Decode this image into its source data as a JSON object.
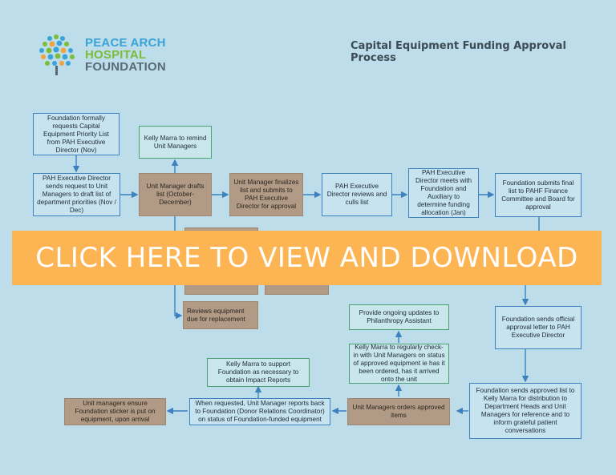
{
  "logo": {
    "line1": "PEACE ARCH",
    "line2": "HOSPITAL",
    "line3": "FOUNDATION",
    "colors": {
      "line1": "#3aa3d8",
      "line2": "#7dbb3a",
      "line3": "#5b6a76"
    }
  },
  "title": "Capital Equipment Funding Approval Process",
  "cta": {
    "label": "CLICK HERE TO VIEW AND DOWNLOAD",
    "color": "#fdb453"
  },
  "nodes": {
    "n1": "Foundation formally requests Capital Equipment Priority List from PAH Executive Director (Nov)",
    "n2": "PAH Executive Director sends request to Unit Managers to draft list of department priorities (Nov / Dec)",
    "n3": "Kelly Marra to remind Unit Managers",
    "n4": "Unit Manager drafts list (October-December)",
    "n5": "Unit Manager finalizes list and submits to PAH Executive Director for approval",
    "n6": "PAH Executive Director reviews and culls list",
    "n7": "PAH Executive Director meets with Foundation and Auxiliary to determine funding allocation (Jan)",
    "n8": "Foundation submits final list to PAHF Finance Committee and Board for approval",
    "n9": "Reviews equipment due for replacement",
    "n10": "Foundation sends official approval letter to PAH Executive Director",
    "n11": "Provide ongoing updates to Philanthropy Assistant",
    "n12": "Kelly Marra to regularly check-in with Unit Managers on status of approved equipment ie has it been ordered, has it arrived onto the unit",
    "n13": "Kelly Marra to support Foundation as necessary to obtain Impact Reports",
    "n14": "Foundation sends approved list to Kelly Marra for distribution to Department Heads and Unit Managers for reference and to inform grateful patient conversations",
    "n15": "Unit Managers orders approved items",
    "n16": "When requested, Unit Manager reports back to Foundation (Donor Relations Coordinator) on status of Foundation-funded equipment",
    "n17": "Unit managers ensure Foundation sticker is put on equipment, upon arrival"
  }
}
